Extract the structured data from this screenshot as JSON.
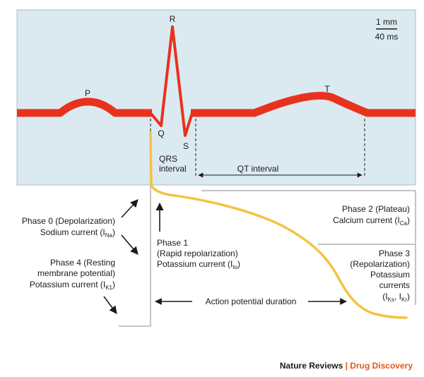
{
  "ecg": {
    "wave_labels": {
      "p": "P",
      "q": "Q",
      "r": "R",
      "s": "S",
      "t": "T"
    },
    "scale": {
      "amplitude": "1 mm",
      "time": "40 ms"
    },
    "intervals": {
      "qrs_line1": "QRS",
      "qrs_line2": "interval",
      "qt": "QT interval"
    }
  },
  "action_potential": {
    "phase0": {
      "line1": "Phase 0 (Depolarization)",
      "line2_main": "Sodium current (I",
      "line2_sub": "Na",
      "line2_end": ")"
    },
    "phase1": {
      "line1": "Phase 1",
      "line2": "(Rapid repolarization)",
      "line3_main": "Potassium current (I",
      "line3_sub": "to",
      "line3_end": ")"
    },
    "phase2": {
      "line1": "Phase 2 (Plateau)",
      "line2_main": "Calcium current (I",
      "line2_sub": "Ca",
      "line2_end": ")"
    },
    "phase3": {
      "line1": "Phase 3",
      "line2": "(Repolarization)",
      "line3": "Potassium",
      "line4": "currents",
      "line5_open": "(I",
      "line5_sub1": "Ks",
      "line5_mid": ", I",
      "line5_sub2": "Kr",
      "line5_end": ")"
    },
    "phase4": {
      "line1": "Phase 4 (Resting",
      "line2": "membrane potential)",
      "line3_main": "Potassium current (I",
      "line3_sub": "K1",
      "line3_end": ")"
    },
    "duration_label": "Action potential duration"
  },
  "credit": {
    "left": "Nature Reviews",
    "separator": "|",
    "right": "Drug Discovery"
  },
  "colors": {
    "ecg_panel": "#dbe9f0",
    "ecg_trace": "#e8321e",
    "action_potential_trace": "#f5c242",
    "credit_accent": "#e05a1a",
    "ink": "#1a1a1a"
  }
}
